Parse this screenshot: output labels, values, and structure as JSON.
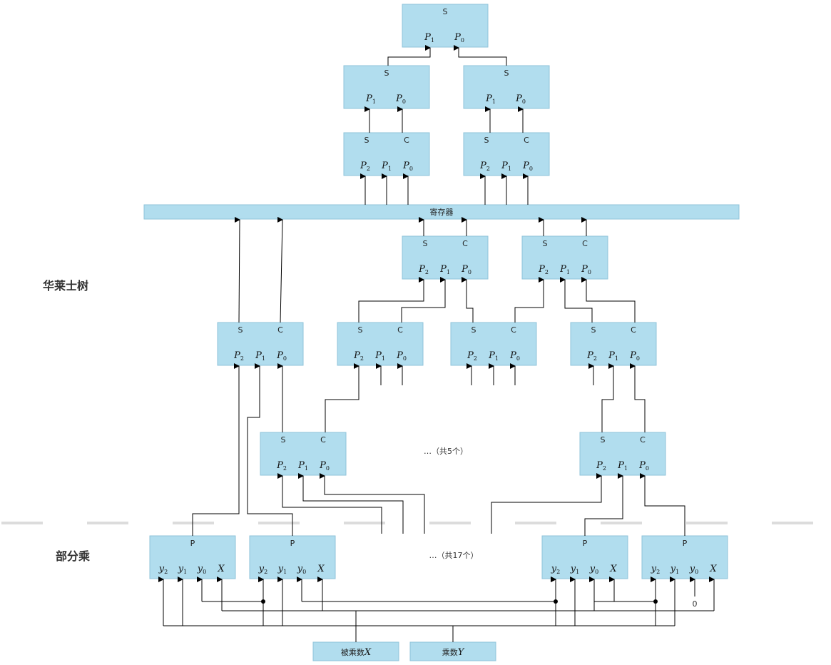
{
  "labels": {
    "wallace_tree": "华莱士树",
    "partial_product": "部分乘",
    "register": "寄存器",
    "ellipsis_5": "…（共5个）",
    "ellipsis_17": "…（共17个）",
    "zero_input": "0",
    "multiplicand_prefix": "被乘数",
    "multiplicand_var": "X",
    "multiplier_prefix": "乘数",
    "multiplier_var": "Y"
  },
  "box_types": {
    "adder2": {
      "top": [
        "S"
      ],
      "bottom": [
        [
          "P",
          "1"
        ],
        [
          "P",
          "0"
        ]
      ]
    },
    "csa": {
      "top": [
        "S",
        "C"
      ],
      "bottom": [
        [
          "P",
          "2"
        ],
        [
          "P",
          "1"
        ],
        [
          "P",
          "0"
        ]
      ]
    },
    "pp": {
      "top": [
        "P"
      ],
      "bottom": [
        [
          "y",
          "2"
        ],
        [
          "y",
          "1"
        ],
        [
          "y",
          "0"
        ],
        [
          "X",
          ""
        ]
      ]
    }
  },
  "boxes": [
    {
      "id": "final-adder",
      "type": "adder2"
    },
    {
      "id": "adder-left",
      "type": "adder2"
    },
    {
      "id": "adder-right",
      "type": "adder2"
    },
    {
      "id": "csa-top-left",
      "type": "csa"
    },
    {
      "id": "csa-top-right",
      "type": "csa"
    },
    {
      "id": "csa-mid-left",
      "type": "csa"
    },
    {
      "id": "csa-mid-right",
      "type": "csa"
    },
    {
      "id": "csa-row3-a",
      "type": "csa"
    },
    {
      "id": "csa-row3-b",
      "type": "csa"
    },
    {
      "id": "csa-row3-c",
      "type": "csa"
    },
    {
      "id": "csa-row3-d",
      "type": "csa"
    },
    {
      "id": "csa-row4-left",
      "type": "csa"
    },
    {
      "id": "csa-row4-right",
      "type": "csa"
    },
    {
      "id": "pp-1",
      "type": "pp"
    },
    {
      "id": "pp-2",
      "type": "pp"
    },
    {
      "id": "pp-3",
      "type": "pp"
    },
    {
      "id": "pp-4",
      "type": "pp"
    }
  ]
}
